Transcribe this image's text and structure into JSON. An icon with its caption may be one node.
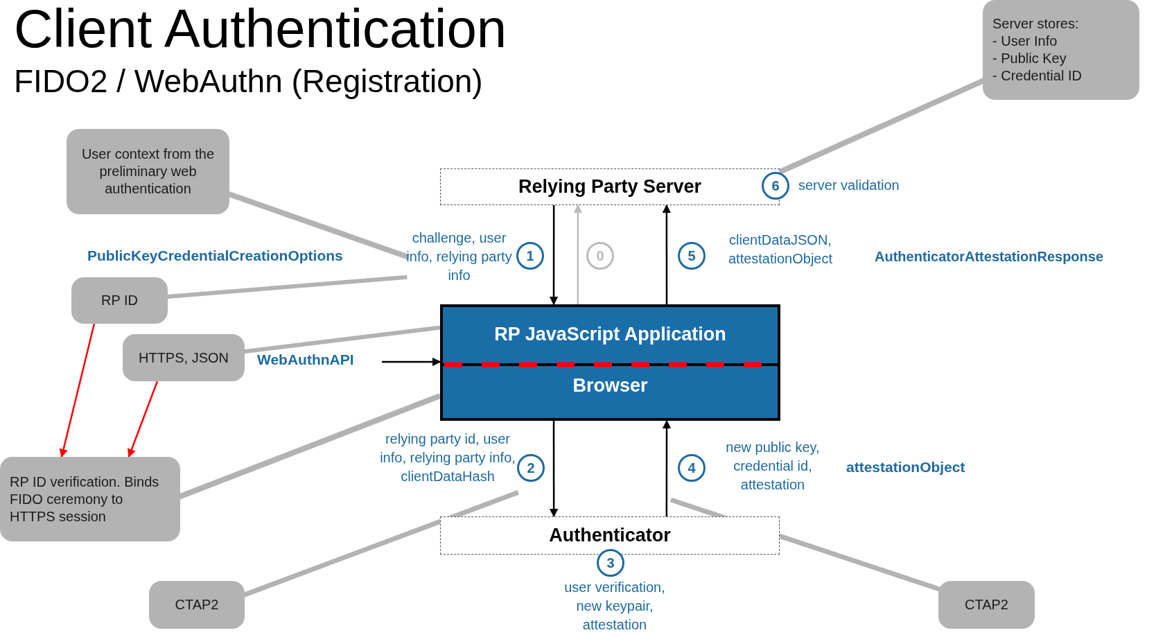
{
  "diagram": {
    "title": "Client Authentication",
    "nodes": [
      {
        "text": [
          "Relying Party Server"
        ]
      },
      {
        "text": [
          "RP JavaScript Application",
          "Browser"
        ]
      },
      {
        "text": [
          "Authenticator"
        ]
      },
      {
        "text": [
          "1"
        ]
      },
      {
        "text": [
          "challenge, user info, relying party info"
        ]
      },
      {
        "text": [
          "0"
        ]
      },
      {
        "text": [
          "5"
        ]
      },
      {
        "text": [
          "clientDataJSON, attestationObject"
        ]
      },
      {
        "text": [
          "6"
        ]
      },
      {
        "text": [
          "server validation"
        ]
      },
      {
        "text": [
          "2"
        ]
      },
      {
        "text": [
          "relying party id, user info, relying party info, clientDataHash"
        ]
      },
      {
        "text": [
          "4"
        ]
      },
      {
        "text": [
          "new public key, credential id, attestation"
        ]
      },
      {
        "text": [
          "3"
        ]
      },
      {
        "text": [
          "user verification, new keypair, attestation"
        ]
      },
      {
        "text": [
          "WebAuthnAPI"
        ]
      },
      {
        "text": [
          "Server stores:",
          "- User Info",
          "- Public Key",
          "- Credential ID"
        ]
      },
      {
        "text": [
          "User context from the preliminary web authentication"
        ]
      },
      {
        "text": [
          "RP ID"
        ]
      },
      {
        "text": [
          "HTTPS, JSON"
        ]
      },
      {
        "text": [
          "RP ID verification. Binds FIDO ceremony to HTTPS session"
        ]
      },
      {
        "text": [
          "CTAP2"
        ]
      },
      {
        "text": [
          "CTAP2"
        ]
      }
    ],
    "edges": [
      {
        "from": 0,
        "to": 1,
        "arrow": "to",
        "color": "#000000"
      },
      {
        "from": 1,
        "to": 0,
        "arrow": "to",
        "color": "#bbbbbb"
      },
      {
        "from": 1,
        "to": 0,
        "arrow": "to",
        "color": "#000000"
      },
      {
        "from": 1,
        "to": 2,
        "arrow": "to",
        "color": "#000000"
      },
      {
        "from": 2,
        "to": 1,
        "arrow": "to",
        "color": "#000000"
      },
      {
        "from": 16,
        "to": 1,
        "arrow": "to",
        "color": "#000000"
      },
      {
        "from": 19,
        "to": 21,
        "arrow": "to",
        "color": "#ff0000"
      },
      {
        "from": 20,
        "to": 21,
        "arrow": "to",
        "color": "#ff0000"
      },
      {
        "from": 17,
        "to": 8,
        "arrow": "none",
        "style": "thick",
        "color": "#b3b3b3"
      },
      {
        "from": 18,
        "to": 4,
        "arrow": "none",
        "style": "thick",
        "color": "#b3b3b3"
      },
      {
        "from": 19,
        "to": 4,
        "arrow": "none",
        "style": "thick",
        "color": "#b3b3b3"
      },
      {
        "from": 20,
        "to": 1,
        "arrow": "none",
        "style": "thick",
        "color": "#b3b3b3"
      },
      {
        "from": 21,
        "to": 1,
        "arrow": "none",
        "style": "thick",
        "color": "#b3b3b3"
      },
      {
        "from": 22,
        "to": 11,
        "arrow": "none",
        "style": "thick",
        "color": "#b3b3b3"
      },
      {
        "from": 23,
        "to": null,
        "arrow": "none",
        "style": "thick",
        "color": "#b3b3b3"
      }
    ],
    "labels": [
      "FIDO2 / WebAuthn (Registration)",
      "PublicKeyCredentialCreationOptions",
      "AuthenticatorAttestationResponse",
      "attestationObject"
    ]
  }
}
